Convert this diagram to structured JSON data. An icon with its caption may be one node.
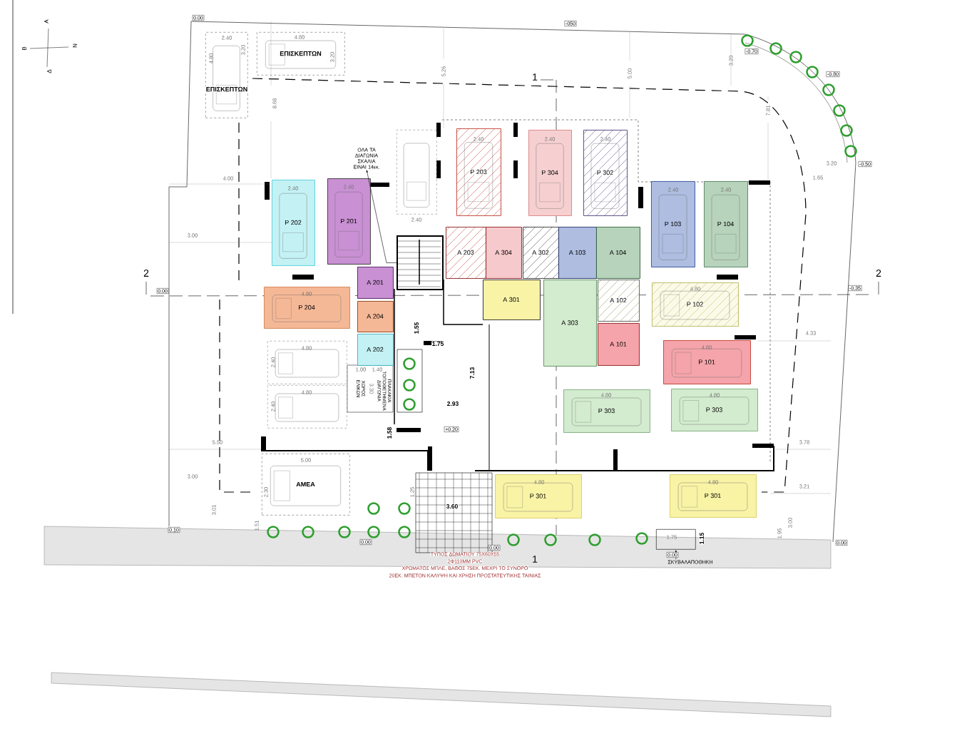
{
  "diagram": {
    "nodes": [
      {
        "text": [
          "ΕΠΙΣΚΕΠΤΩΝ"
        ]
      },
      {
        "text": [
          "ΕΠΙΣΚΕΠΤΩΝ"
        ]
      },
      {
        "text": [
          "ΟΛΑ ΤΑ ΔΙΑΓΩΝΙΑ ΣΚΑΛΙΑ ΕΙΝΑΙ 14εκ."
        ]
      },
      {
        "text": [],
        "shape": "box"
      },
      {
        "text": [
          "P 203"
        ]
      },
      {
        "text": [
          "P 304"
        ]
      },
      {
        "text": [
          "P 302"
        ]
      },
      {
        "text": [
          "P 201"
        ]
      },
      {
        "text": [
          "P 202"
        ]
      },
      {
        "text": [
          "P 103"
        ]
      },
      {
        "text": [
          "P 104"
        ]
      },
      {
        "text": [],
        "shape": "picture"
      },
      {
        "text": [
          "A 203"
        ]
      },
      {
        "text": [
          "A 304"
        ]
      },
      {
        "text": [
          "A 302"
        ]
      },
      {
        "text": [
          "A 103"
        ]
      },
      {
        "text": [
          "A 104"
        ]
      },
      {
        "text": [
          "A 201"
        ]
      },
      {
        "text": [
          "P 204"
        ]
      },
      {
        "text": [
          "A 301"
        ]
      },
      {
        "text": [
          "A 303"
        ]
      },
      {
        "text": [
          "A 102"
        ]
      },
      {
        "text": [
          "P 102"
        ]
      },
      {
        "text": [
          "A 204"
        ]
      },
      {
        "text": [
          "A 101"
        ]
      },
      {
        "text": [
          "P 101"
        ]
      },
      {
        "text": [
          "A 202"
        ]
      },
      {
        "text": [],
        "shape": "box"
      },
      {
        "text": [],
        "shape": "box"
      },
      {
        "text": [
          "P 303"
        ]
      },
      {
        "text": [
          "P 303"
        ]
      },
      {
        "text": [
          "ΑΜΕΑ"
        ]
      },
      {
        "text": [
          "P 301"
        ]
      },
      {
        "text": [
          "P 301"
        ]
      },
      {
        "text": [],
        "shape": "box"
      },
      {
        "text": [
          "ΣΚΥΒΑΛΑΠΟΘΗΚΗ"
        ]
      }
    ],
    "edges": [
      {
        "from": 11,
        "to": 2,
        "arrow": "to"
      },
      {
        "from": 35,
        "to": 34,
        "arrow": "to"
      }
    ],
    "labels": [
      "Α",
      "0.00",
      "-050",
      "2.40",
      "4.80",
      "Β",
      "Ν",
      "3.20",
      "-0.70",
      "4.80",
      "3.20",
      "3.20",
      "Δ",
      "5.26",
      "5.00",
      "-0.80",
      "1",
      "8.68",
      "7.81",
      "2.40",
      "2.40",
      "2.40",
      "3.20",
      "-0.50",
      "4.00",
      "1.65",
      "2.40",
      "2.40",
      "2.40",
      "2.40",
      "2.40",
      "3.00",
      "2",
      "2",
      "0.00",
      "4.80",
      "4.80",
      "-0.35",
      "1.55",
      "1.75",
      "4.33",
      "4.80",
      "4.80",
      "2.40",
      "1.00",
      "1.40",
      "7.13",
      "4.80",
      "ΧΩΡΟΣ ΕΛΙΚΩΝ",
      "3.30",
      "ΠΛΑΚΑΚΙΑ ΤΟΠΟΘΕΤΗΜΕΝΑ ΔΙΑΓΩΝΙΑ",
      "4.80",
      "4.80",
      "2.40",
      "2.93",
      "1.58",
      "+0.20",
      "5.50",
      "3.78",
      "5.00",
      "3.00",
      "1.25",
      "4.80",
      "4.80",
      "2.30",
      "3.21",
      "3.01",
      "3.60",
      "0.10",
      "1.51",
      "1.95",
      "3.00",
      "0.00",
      "0.00",
      "1.75",
      "1.15",
      "0.00",
      "ΤΥΠΟΣ ΔΩΜΑΤΙΟΥ 75Χ60Χ55",
      "0.00",
      "2Φ110ΜΜ PVC",
      "1",
      "ΧΡΩΜΑΤΟΣ ΜΠΛΕ, ΒΑΘΟΣ 75ΕΚ. ΜΕΧΡΙ ΤΟ ΣΥΝΟΡΟ",
      "20ΕΚ. ΜΠΕΤΟΝ ΚΑΛΥΨΗ ΚΑΙ ΧΡΗΣΗ ΠΡΟΣΤΑΤΕΥΤΙΚΗΣ ΤΑΙΝΙΑΣ"
    ]
  }
}
